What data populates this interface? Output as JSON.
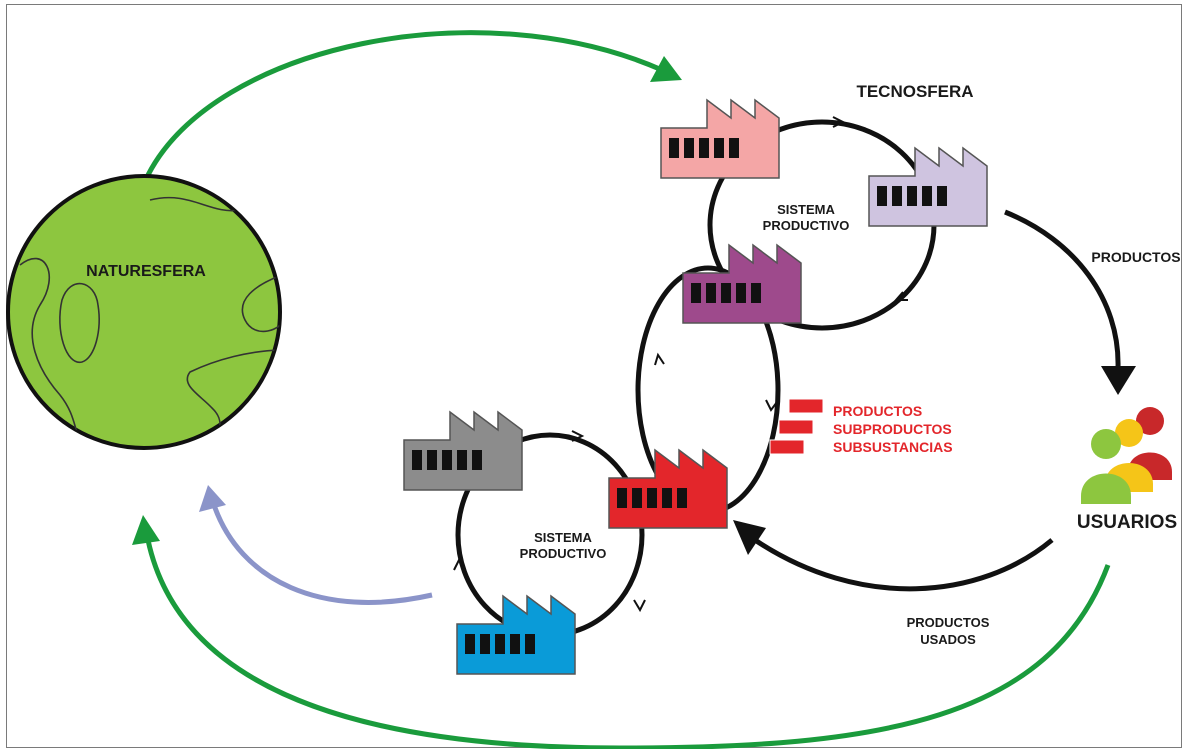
{
  "labels": {
    "naturesfera": "NATURESFERA",
    "tecnosfera": "TECNOSFERA",
    "sistema_top_1": "SISTEMA",
    "sistema_top_2": "PRODUCTIVO",
    "sistema_bottom_1": "SISTEMA",
    "sistema_bottom_2": "PRODUCTIVO",
    "productos": "PRODUCTOS",
    "usuarios": "USUARIOS",
    "productos_usados_1": "PRODUCTOS",
    "productos_usados_2": "USADOS",
    "legend_1": "PRODUCTOS",
    "legend_2": "SUBPRODUCTOS",
    "legend_3": "SUBSUSTANCIAS"
  },
  "colors": {
    "earth": "#8dc63f",
    "green_arrow": "#1a9b3c",
    "blue_arrow": "#8b94c9",
    "factory_pink": "#f4a6a6",
    "factory_lavender": "#cfc4e0",
    "factory_purple": "#9e4a8c",
    "factory_gray": "#8c8c8c",
    "factory_red": "#e3262b",
    "factory_blue": "#0a9bd8",
    "legend_red": "#e3262b",
    "person_green": "#8dc63f",
    "person_yellow": "#f5c518",
    "person_red": "#c8282a"
  },
  "icons": {
    "factory": "factory-icon",
    "users": "users-icon",
    "globe": "globe-icon"
  }
}
